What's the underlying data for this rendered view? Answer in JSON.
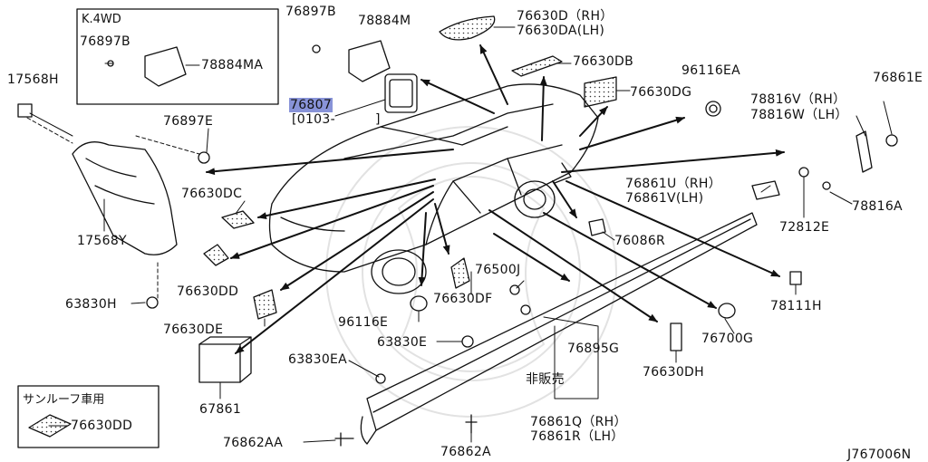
{
  "diagram": {
    "id": "J767006N",
    "inset_4wd": {
      "title": "K.4WD",
      "part_a": "76897B",
      "part_b": "78884MA"
    },
    "inset_sunroof": {
      "title": "サンルーフ車用",
      "part": "76630DD"
    },
    "note_not_sold": "非販売",
    "highlighted_part": "76807",
    "highlighted_date": "[0103-",
    "highlighted_date_end": "]",
    "parts": {
      "p76897B": "76897B",
      "p78884M": "78884M",
      "p76630D": "76630D（RH）",
      "p76630DA": "76630DA(LH)",
      "p76630DB": "76630DB",
      "p96116EA": "96116EA",
      "p76861E": "76861E",
      "p17568H": "17568H",
      "p76630DG": "76630DG",
      "p78816V": "78816V（RH）",
      "p78816W": "78816W（LH）",
      "p76897E": "76897E",
      "p76630DC": "76630DC",
      "p76861U": "76861U（RH）",
      "p76861V": "76861V(LH)",
      "p78816A": "78816A",
      "p17568Y": "17568Y",
      "p72812E": "72812E",
      "p76086R": "76086R",
      "p76630DD": "76630DD",
      "p76500J": "76500J",
      "p78111H": "78111H",
      "p63830H": "63830H",
      "p76630DF": "76630DF",
      "p96116E": "96116E",
      "p76630DE": "76630DE",
      "p63830E": "63830E",
      "p76895G": "76895G",
      "p76700G": "76700G",
      "p63830EA": "63830EA",
      "p76630DH": "76630DH",
      "p67861": "67861",
      "p76861Q": "76861Q（RH）",
      "p76861R": "76861R（LH）",
      "p76862AA": "76862AA",
      "p76862A": "76862A"
    }
  }
}
